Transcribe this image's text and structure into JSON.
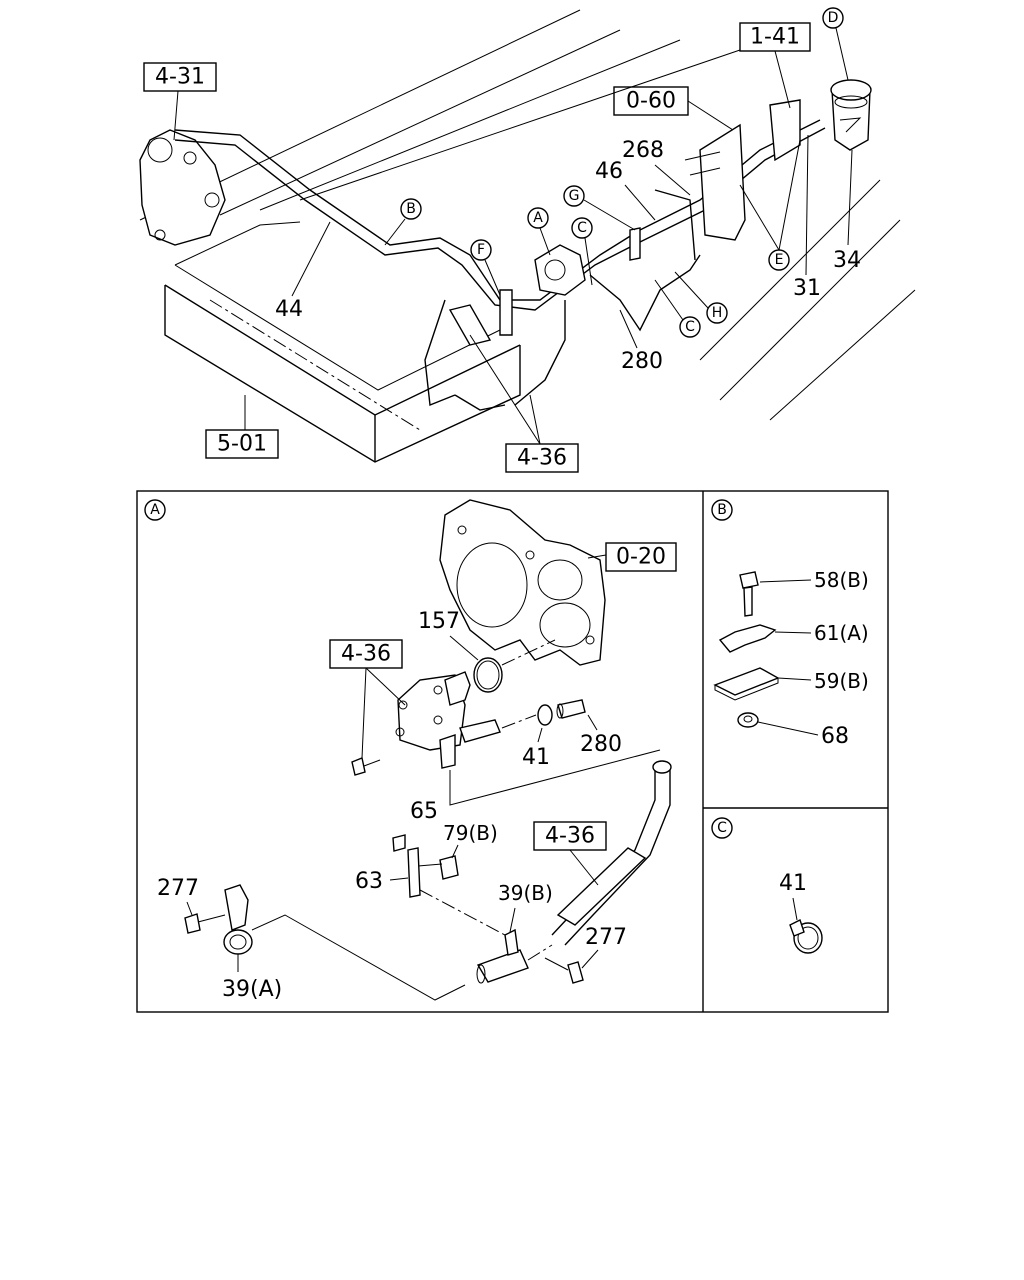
{
  "top_view": {
    "ref_boxes": [
      "4-31",
      "1-41",
      "0-60",
      "5-01",
      "4-36"
    ],
    "circle_labels": [
      "A",
      "B",
      "C",
      "C",
      "D",
      "E",
      "F",
      "G",
      "H"
    ],
    "part_numbers": [
      "44",
      "268",
      "46",
      "34",
      "31",
      "280"
    ]
  },
  "detail_a": {
    "section_label": "A",
    "ref_boxes": [
      "0-20",
      "4-36",
      "4-36"
    ],
    "part_numbers": [
      "157",
      "41",
      "280",
      "65",
      "79(B)",
      "63",
      "277",
      "39(B)",
      "277",
      "39(A)"
    ]
  },
  "detail_b": {
    "section_label": "B",
    "part_numbers": [
      "58(B)",
      "61(A)",
      "59(B)",
      "68"
    ]
  },
  "detail_c": {
    "section_label": "C",
    "part_numbers": [
      "41"
    ]
  }
}
